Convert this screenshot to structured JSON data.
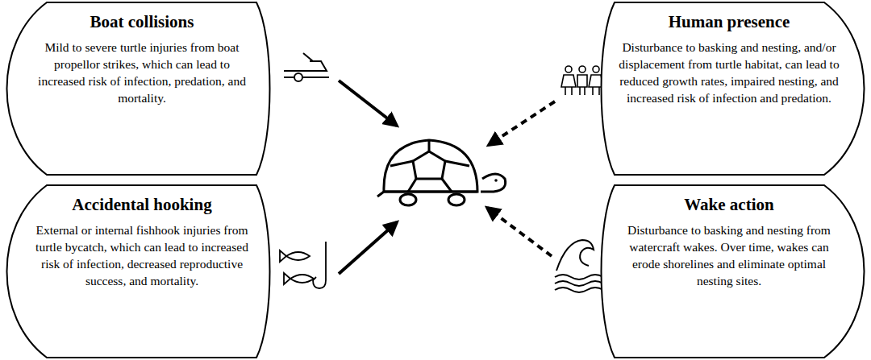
{
  "diagram": {
    "nodes": [
      {
        "text": [
          "Boat collisions",
          "Mild to severe turtle injuries from boat propellor strikes, which can lead to increased risk of infection, predation, and mortality."
        ]
      },
      {
        "text": [
          "Human presence",
          "Disturbance to basking and nesting, and/or displacement from turtle habitat, can lead to reduced growth rates, impaired nesting, and increased risk of infection and predation."
        ]
      },
      {
        "text": [
          "Accidental hooking",
          "External or internal fishhook injuries from turtle bycatch, which can lead to increased risk of infection, decreased reproductive success, and mortality."
        ]
      },
      {
        "text": [
          "Wake action",
          "Disturbance to basking and nesting from watercraft wakes. Over time, wakes can erode shorelines and eliminate optimal nesting sites."
        ]
      }
    ]
  }
}
